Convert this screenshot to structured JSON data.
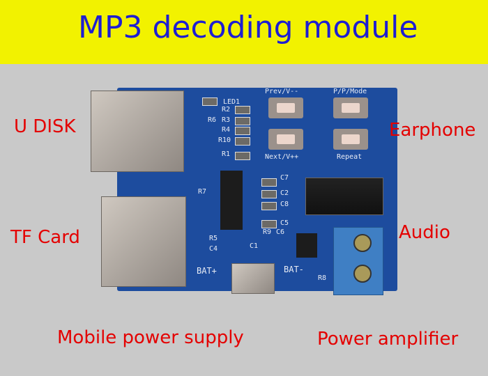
{
  "title": "MP3 decoding module",
  "labels": {
    "u_disk": "U DISK",
    "tf_card": "TF Card",
    "earphone": "Earphone",
    "audio": "Audio",
    "mobile_power": "Mobile power supply",
    "power_amp": "Power amplifier"
  },
  "board": {
    "led1": "LED1",
    "r2": "R2",
    "r6": "R6",
    "r3": "R3",
    "r4": "R4",
    "r10": "R10",
    "r1": "R1",
    "prev": "Prev/V--",
    "pp": "P/P/Mode",
    "next": "Next/V++",
    "repeat": "Repeat",
    "c7": "C7",
    "c2": "C2",
    "c8": "C8",
    "c5": "C5",
    "r7": "R7",
    "r9": "R9",
    "c6": "C6",
    "r5": "R5",
    "c4": "C4",
    "c1": "C1",
    "bat_plus": "BAT+",
    "bat_minus": "BAT-",
    "r8": "R8"
  },
  "colors": {
    "banner": "#f2f200",
    "title": "#1e1ed2",
    "label": "#e40000",
    "pcb": "#1d4c9e"
  }
}
